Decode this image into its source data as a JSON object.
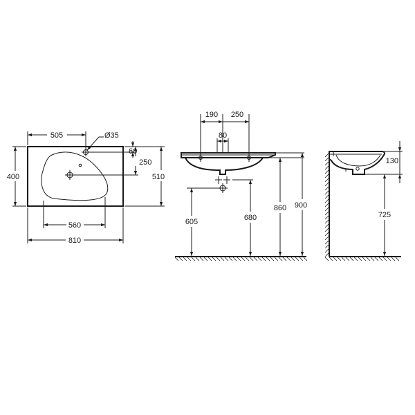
{
  "top_view": {
    "dim_505": "505",
    "dim_diameter": "Ø35",
    "dim_60": "60",
    "dim_250": "250",
    "dim_400": "400",
    "dim_510": "510",
    "dim_560": "560",
    "dim_810": "810"
  },
  "front_view": {
    "dim_190": "190",
    "dim_250": "250",
    "dim_80": "80",
    "dim_605": "605",
    "dim_680": "680",
    "dim_860": "860",
    "dim_900": "900"
  },
  "side_view": {
    "dim_130": "130",
    "dim_725": "725"
  }
}
